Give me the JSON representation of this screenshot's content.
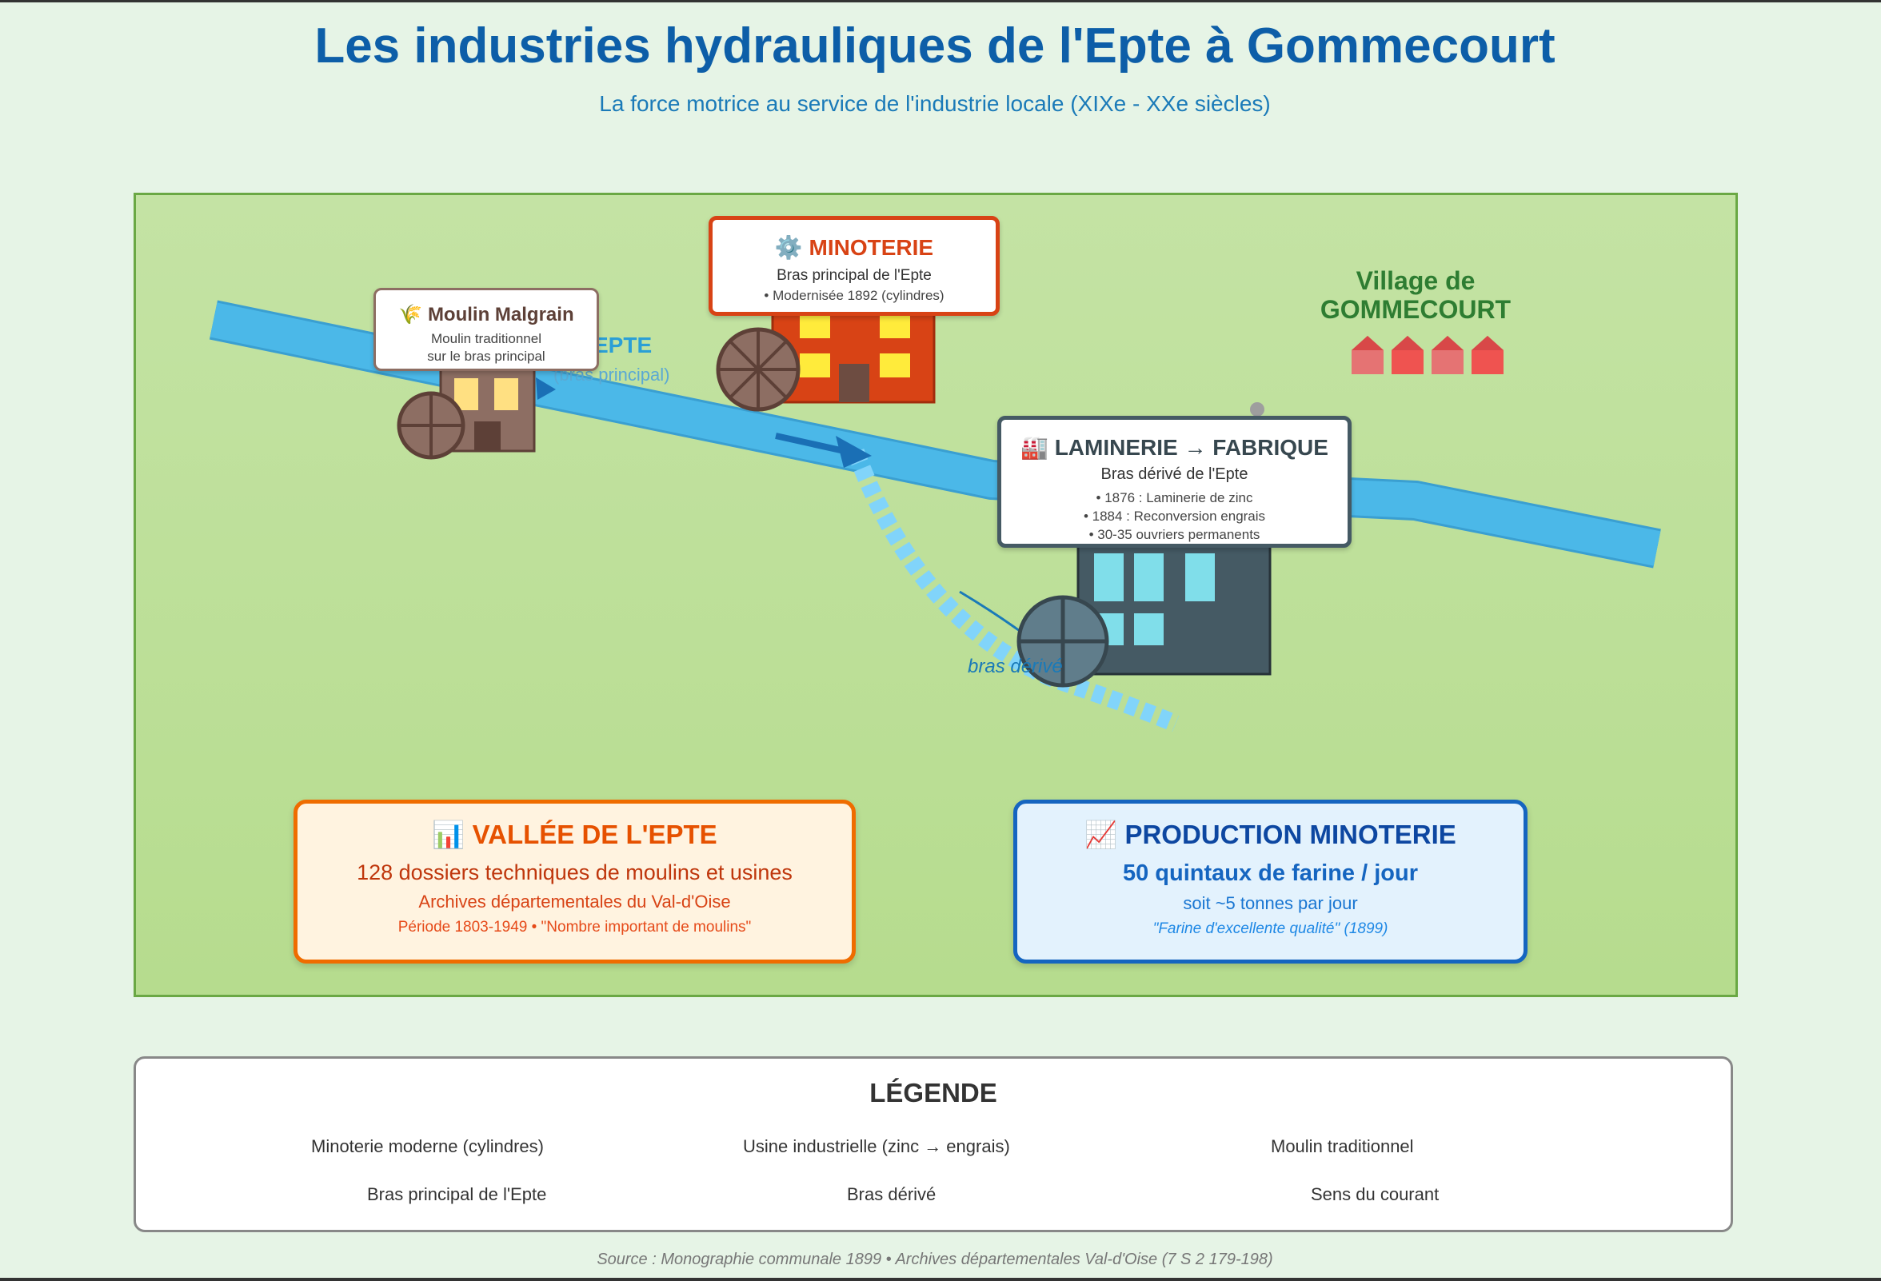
{
  "header": {
    "title": "Les industries hydrauliques de l'Epte à Gommecourt",
    "subtitle": "La force motrice au service de l'industrie locale (XIXe - XXe siècles)"
  },
  "river": {
    "name": "EPTE",
    "sub": "(bras principal)",
    "branch_label": "bras dérivé"
  },
  "village": {
    "line1": "Village de",
    "line2": "GOMMECOURT"
  },
  "moulin": {
    "icon": "🌾",
    "title": "Moulin Malgrain",
    "line1": "Moulin traditionnel",
    "line2": "sur le bras principal"
  },
  "minoterie": {
    "icon": "⚙️",
    "title": "MINOTERIE",
    "line1": "Bras principal de l'Epte",
    "line2": "• Modernisée 1892 (cylindres)"
  },
  "laminerie": {
    "icon": "🏭",
    "title": "LAMINERIE → FABRIQUE",
    "line1": "Bras dérivé de l'Epte",
    "facts": [
      "• 1876 : Laminerie de zinc",
      "• 1884 : Reconversion engrais",
      "• 30-35 ouvriers permanents"
    ]
  },
  "vallee": {
    "icon": "📊",
    "title": "VALLÉE DE L'EPTE",
    "line1": "128 dossiers techniques de moulins et usines",
    "line2": "Archives départementales du Val-d'Oise",
    "line3": "Période 1803-1949 • \"Nombre important de moulins\""
  },
  "production": {
    "icon": "📈",
    "title": "PRODUCTION MINOTERIE",
    "line1": "50 quintaux de farine / jour",
    "line2": "soit ~5 tonnes par jour",
    "line3": "\"Farine d'excellente qualité\" (1899)"
  },
  "legend": {
    "title": "LÉGENDE",
    "items": [
      "Minoterie moderne (cylindres)",
      "Usine industrielle (zinc → engrais)",
      "Moulin traditionnel",
      "Bras principal de l'Epte",
      "Bras dérivé",
      "Sens du courant"
    ]
  },
  "source": "Source : Monographie communale 1899 • Archives départementales Val-d'Oise (7 S 2 179-198)",
  "colors": {
    "minoterie": "#d84315",
    "usine": "#455a64",
    "moulin": "#8d6e63",
    "river": "#4bb8e8",
    "river_main_legend": "#0277bd",
    "river_branch": "#81d4fa",
    "title": "#0d5ea8"
  }
}
